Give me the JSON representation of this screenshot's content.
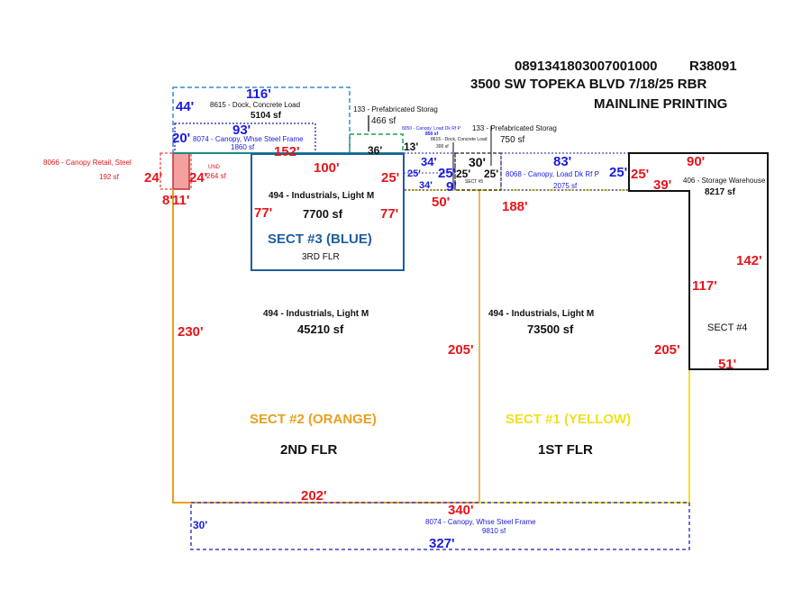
{
  "header": {
    "parcel": "0891341803007001000",
    "ref": "R38091",
    "address": "3500 SW TOPEKA BLVD  7/18/25  RBR",
    "owner": "MAINLINE PRINTING"
  },
  "areas": {
    "dock8615": {
      "label": "8615 - Dock, Concrete Load",
      "sf": "5104 sf",
      "dims": [
        "116'",
        "44'"
      ]
    },
    "canopy8074a": {
      "label": "8074 - Canopy, Whse Steel Frame",
      "sf": "1860 sf",
      "dims": [
        "93'",
        "20'"
      ]
    },
    "canopy8066": {
      "label": "8066 - Canopy Retail, Steel",
      "sf": "192 sf",
      "dims": [
        "24'",
        "8'",
        "24'",
        "11'"
      ],
      "und": "UND",
      "und_sf": "264 sf"
    },
    "prefab133a": {
      "label": "133 - Prefabricated Storag",
      "sf": "466 sf",
      "dims": [
        "36'",
        "13'"
      ]
    },
    "canopy8050": {
      "label": "8050 - Canopy, Load Dk Rf P",
      "sf": "850 sf",
      "dims": [
        "34'",
        "25'",
        "25'",
        "34'",
        "9'"
      ]
    },
    "dock8615b": {
      "label": "8615 - Dock, Concrete Load",
      "sf": "300 sf"
    },
    "prefab133b": {
      "label": "133 - Prefabricated Storag",
      "sf": "750 sf",
      "dims": [
        "30'",
        "25'",
        "25'"
      ],
      "tag": "SECT #5"
    },
    "canopy8068": {
      "label": "8068 - Canopy, Load Dk Rf P",
      "sf": "2075 sf",
      "dims": [
        "83'",
        "25'"
      ]
    },
    "sect3": {
      "label": "494 - Industrials, Light M",
      "sf": "7700 sf",
      "dims": [
        "152'",
        "100'",
        "25'",
        "77'",
        "77'"
      ],
      "name": "SECT #3 (BLUE)",
      "floor": "3RD FLR"
    },
    "sect2": {
      "label": "494 - Industrials, Light M",
      "sf": "45210 sf",
      "dims": [
        "230'",
        "205'",
        "202'",
        "50'"
      ],
      "name": "SECT #2 (ORANGE)",
      "floor": "2ND FLR"
    },
    "sect1": {
      "label": "494 - Industrials, Light M",
      "sf": "73500 sf",
      "dims": [
        "188'",
        "205'",
        "340'"
      ],
      "name": "SECT #1 (YELLOW)",
      "floor": "1ST FLR"
    },
    "sect4": {
      "label": "406 - Storage Warehouse",
      "sf": "8217 sf",
      "dims": [
        "90'",
        "25'",
        "39'",
        "142'",
        "117'",
        "51'"
      ],
      "name": "SECT #4"
    },
    "canopy8074b": {
      "label": "8074 - Canopy, Whse Steel Frame",
      "sf": "9810 sf",
      "dims": [
        "30'",
        "327'"
      ]
    }
  },
  "colors": {
    "red": "#e8141b",
    "blue": "#1a1ae0",
    "orange": "#e8a020",
    "yellow": "#f0e020",
    "teal": "#1a8a8a",
    "sect3": "#1f5e9e"
  }
}
